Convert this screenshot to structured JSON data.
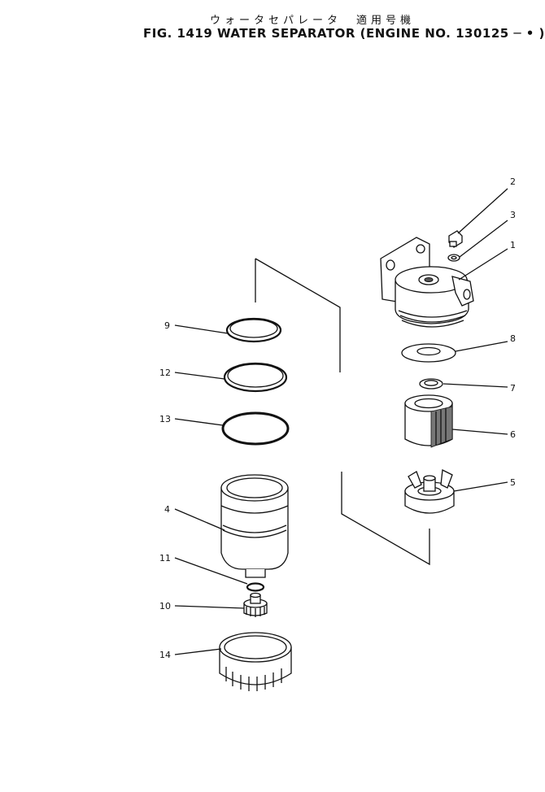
{
  "title": {
    "japanese": "ウォータセパレータ　適用号機",
    "main": "FIG. 1419  WATER SEPARATOR  (ENGINE NO. 130125 ─  •  )"
  },
  "callouts": [
    {
      "id": "c1",
      "label": "1"
    },
    {
      "id": "c2",
      "label": "2"
    },
    {
      "id": "c3",
      "label": "3"
    },
    {
      "id": "c4",
      "label": "4"
    },
    {
      "id": "c5",
      "label": "5"
    },
    {
      "id": "c6",
      "label": "6"
    },
    {
      "id": "c7",
      "label": "7"
    },
    {
      "id": "c8",
      "label": "8"
    },
    {
      "id": "c9",
      "label": "9"
    },
    {
      "id": "c10",
      "label": "10"
    },
    {
      "id": "c11",
      "label": "11"
    },
    {
      "id": "c12",
      "label": "12"
    },
    {
      "id": "c13",
      "label": "13"
    },
    {
      "id": "c14",
      "label": "14"
    }
  ]
}
